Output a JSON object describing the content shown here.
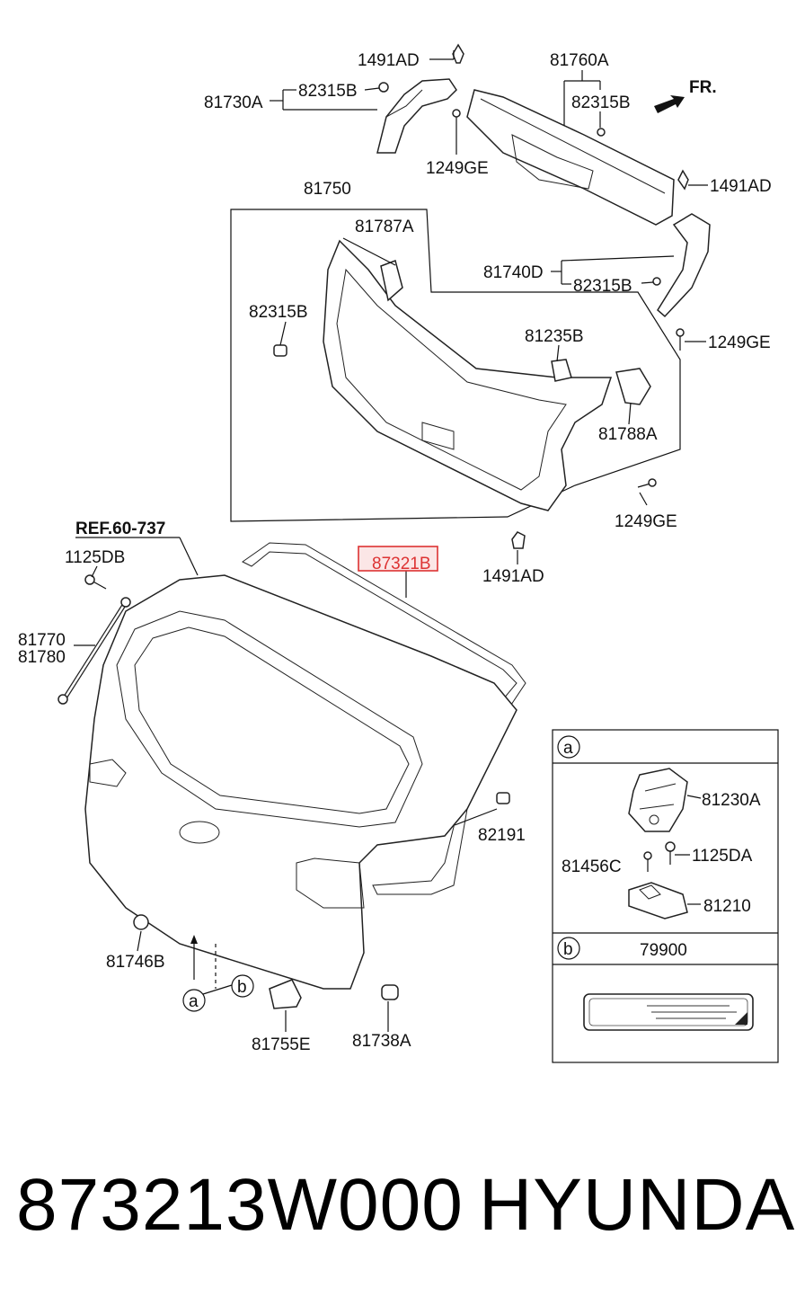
{
  "direction_label": "FR.",
  "ref_label": "REF.60-737",
  "highlighted_part": "87321B",
  "labels": {
    "top_clip_left": "1491AD",
    "trim_upper": "81760A",
    "cover_left": "81730A",
    "clip_left": "82315B",
    "clip_upper": "82315B",
    "screw_upper": "1249GE",
    "clip_right_top": "1491AD",
    "trim_panel": "81750",
    "bracket_left": "81787A",
    "cover_right": "81740D",
    "clip_right": "82315B",
    "clip_panel": "82315B",
    "screw_right": "1249GE",
    "bracket_mid": "81235B",
    "bracket_right": "81788A",
    "screw_lower": "1249GE",
    "clip_lower": "1491AD",
    "bolt_strut": "1125DB",
    "strut_1": "81770",
    "strut_2": "81780",
    "bumper_right": "82191",
    "stopper_left": "81746B",
    "handle": "81755E",
    "bumper_lower": "81738A"
  },
  "inset": {
    "a": {
      "marker": "a",
      "latch": "81230A",
      "screw": "81456C",
      "bolt": "1125DA",
      "striker": "81210"
    },
    "b": {
      "marker": "b",
      "part": "79900"
    }
  },
  "callouts": {
    "a": "a",
    "b": "b"
  },
  "footer": {
    "part_number": "873213W000",
    "brand": "HYUNDAI"
  }
}
